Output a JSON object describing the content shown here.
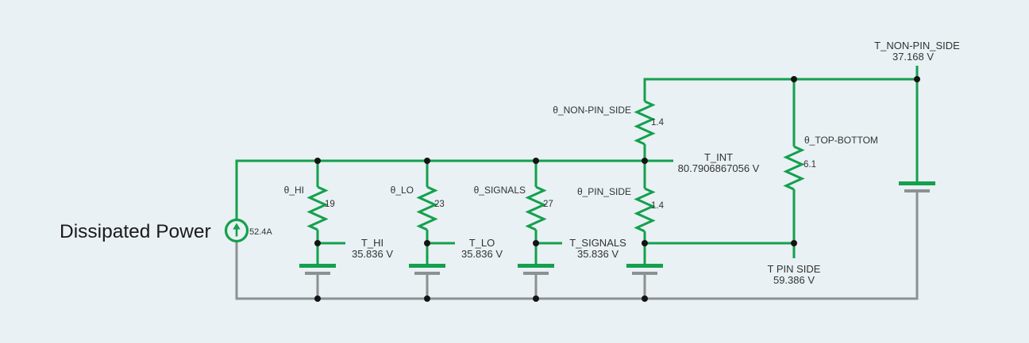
{
  "diagram_type": "thermal-equivalent-circuit-schematic",
  "colors": {
    "background": "#e9f1f4",
    "net_active_green": "#14a04d",
    "net_return_gray": "#8c9192",
    "junction_black": "#141414",
    "label_text": "#333333"
  },
  "source": {
    "label": "Dissipated Power",
    "value": "52.4A",
    "icon": "up-arrow-in-circle"
  },
  "resistors": {
    "hi": {
      "label": "θ_HI",
      "value": "19"
    },
    "lo": {
      "label": "θ_LO",
      "value": "23"
    },
    "signals": {
      "label": "θ_SIGNALS",
      "value": "27"
    },
    "pin_side": {
      "label": "θ_PIN_SIDE",
      "value": "1.4"
    },
    "non_pin_side": {
      "label": "θ_NON-PIN_SIDE",
      "value": "1.4"
    },
    "top_bottom": {
      "label": "θ_TOP-BOTTOM",
      "value": "6.1"
    }
  },
  "nodes": {
    "t_hi": {
      "label": "T_HI",
      "value": "35.836 V"
    },
    "t_lo": {
      "label": "T_LO",
      "value": "35.836 V"
    },
    "t_signals": {
      "label": "T_SIGNALS",
      "value": "35.836 V"
    },
    "t_int": {
      "label": "T_INT",
      "value": "80.7906867056 V"
    },
    "t_pin_side": {
      "label": "T PIN SIDE",
      "value": "59.386 V"
    },
    "t_non_pin_side": {
      "label": "T_NON-PIN_SIDE",
      "value": "37.168 V"
    }
  }
}
